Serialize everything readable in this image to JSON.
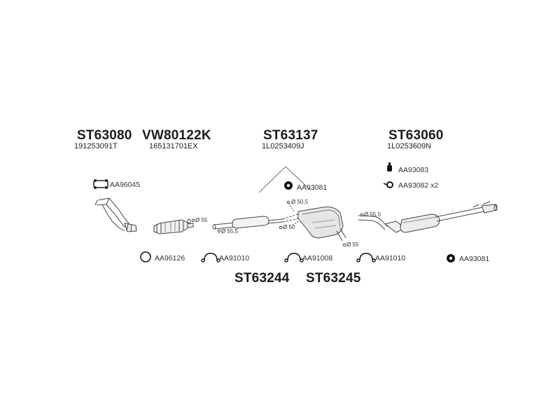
{
  "headers": {
    "st63080": {
      "code": "ST63080",
      "oem": "191253091T"
    },
    "vw80122k": {
      "code": "VW80122K",
      "oem": "165131701EX"
    },
    "st63137": {
      "code": "ST63137",
      "oem": "1L0253409J"
    },
    "st63060": {
      "code": "ST63060",
      "oem": "1L0253609N"
    }
  },
  "bottom_codes": {
    "left": "ST63244",
    "right": "ST63245"
  },
  "parts": {
    "aa96045": "AA96045",
    "aa93083": "AA93083",
    "aa93082": "AA93082 x2",
    "aa93081_top": "AA93081",
    "aa96126": "AA96126",
    "aa91010_left": "AA91010",
    "aa91008": "AA91008",
    "aa91010_right": "AA91010",
    "aa93081_right": "AA93081"
  },
  "dimensions": {
    "cat_outlet": "Ø 55",
    "mid_inlet": "Ø 55,5",
    "rear_inlet_a": "Ø 50,5",
    "rear_inlet_b": "Ø 50",
    "rear_outlet": "Ø 55",
    "tail_inlet": "Ø 55,5"
  }
}
